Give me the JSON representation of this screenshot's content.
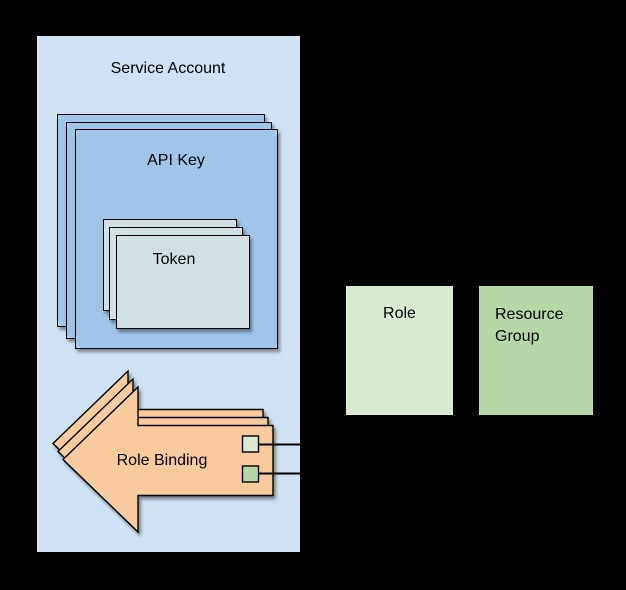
{
  "colors": {
    "background": "#000000",
    "border": "#000000",
    "service_account_fill": "#cfe2f3",
    "api_key_fill": "#9fc5e8",
    "token_fill": "#d0e0e3",
    "role_binding_fill": "#f9cb9c",
    "role_fill": "#d9ead3",
    "resource_group_fill": "#b6d7a8"
  },
  "diagram": {
    "service_account": {
      "label": "Service Account",
      "fill": "#cfe2f3"
    },
    "api_key": {
      "label": "API Key",
      "fill": "#9fc5e8",
      "stack_count": 3
    },
    "token": {
      "label": "Token",
      "fill": "#d0e0e3",
      "stack_count": 3
    },
    "role_binding": {
      "label": "Role Binding",
      "fill": "#f9cb9c",
      "stack_count": 3,
      "shape": "left-arrow",
      "role_chip_fill": "#d9ead3",
      "resource_group_chip_fill": "#b6d7a8"
    },
    "role": {
      "label": "Role",
      "fill": "#d9ead3"
    },
    "resource_group": {
      "label": "Resource Group",
      "fill": "#b6d7a8"
    }
  }
}
